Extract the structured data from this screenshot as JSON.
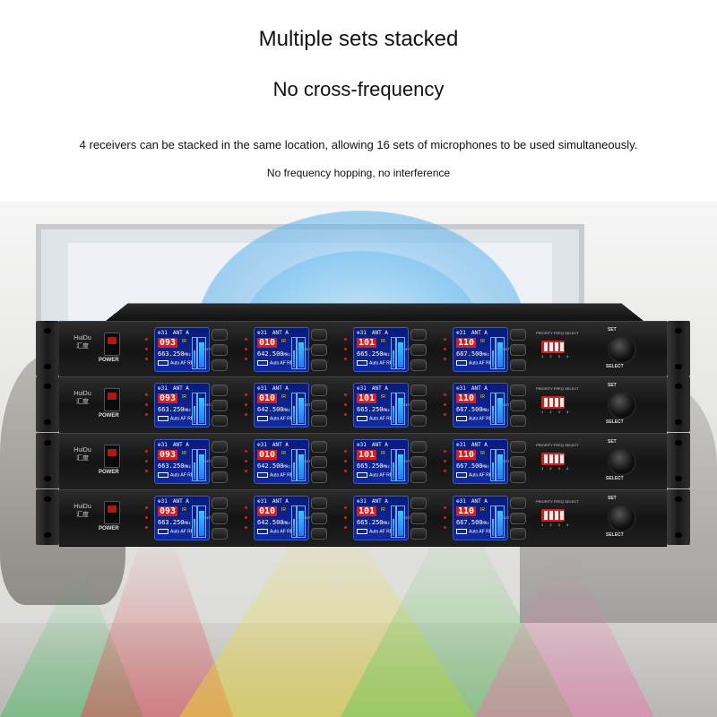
{
  "header": {
    "title": "Multiple sets stacked",
    "subtitle": "No cross-frequency",
    "description": "4 receivers can be stacked in the same location, allowing 16 sets of microphones to be used simultaneously.",
    "note": "No frequency hopping, no interference"
  },
  "device": {
    "brand": "HuiDu",
    "brand_cn": "汇度",
    "power_label": "POWER",
    "set_key_label": "SET",
    "dip_label": "PRIORITY FREQ SELECT",
    "dip_numbers": "1 2 3 4",
    "knob_top_label": "SET",
    "knob_bottom_label": "SELECT",
    "lcd_channel": "31",
    "lcd_ant": "ANT A",
    "lcd_ir": "IR",
    "lcd_mode": "Auto AF RF",
    "channels": [
      {
        "group": "093",
        "freq": "663.250",
        "unit": "MHz"
      },
      {
        "group": "010",
        "freq": "642.500",
        "unit": "MHz"
      },
      {
        "group": "101",
        "freq": "665.250",
        "unit": "MHz"
      },
      {
        "group": "110",
        "freq": "667.500",
        "unit": "MHz"
      }
    ]
  },
  "colors": {
    "lcd_bg": "#102a9e",
    "group_bg": "#e11a1a",
    "dip_red": "#d62020",
    "signal_blue": "#5aaff0"
  }
}
